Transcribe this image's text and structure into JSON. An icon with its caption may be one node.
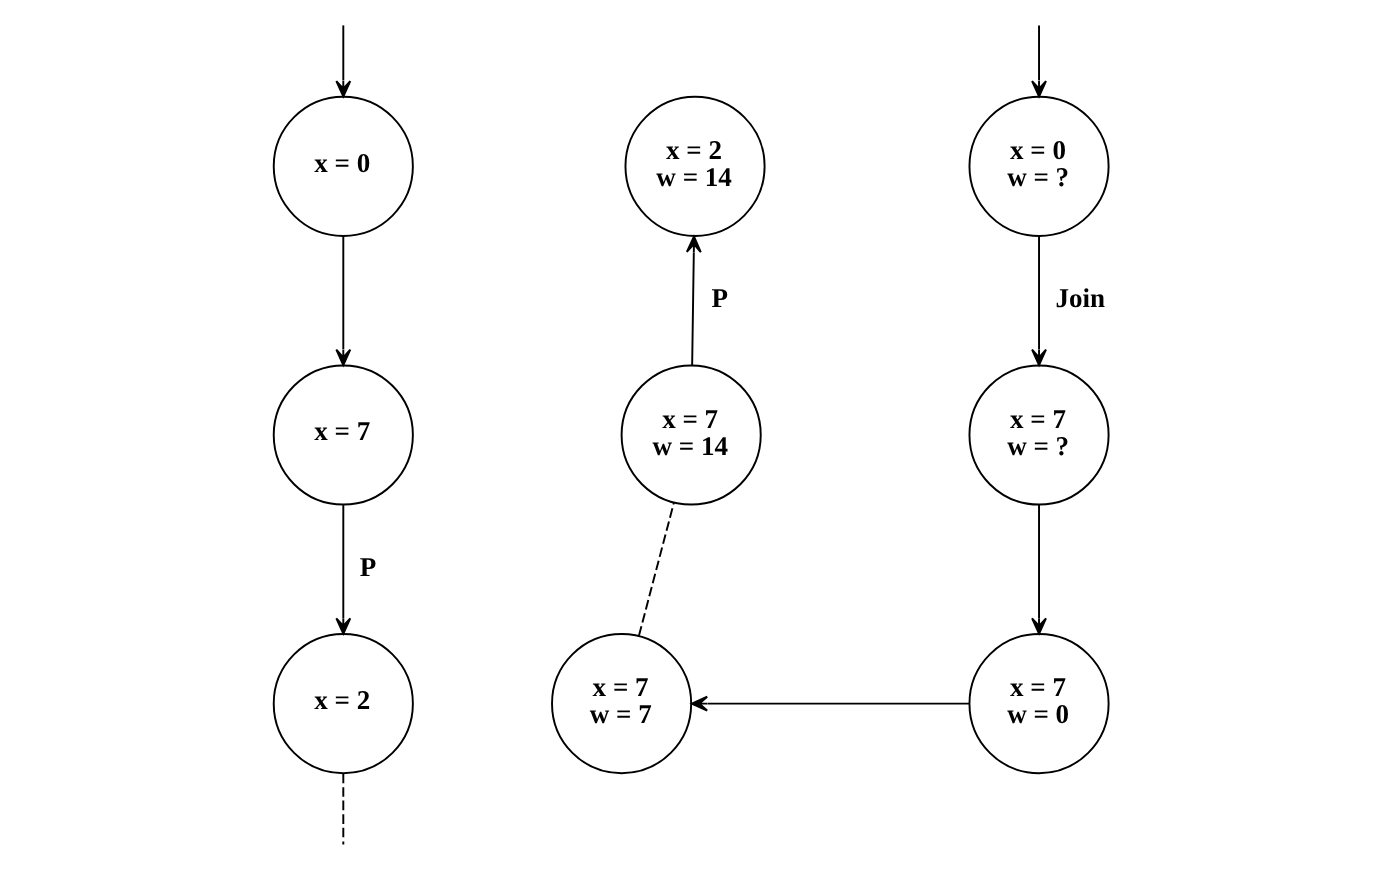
{
  "diagram": {
    "nodes": [
      {
        "text": [
          "x = 0"
        ]
      },
      {
        "text": [
          "x = 7"
        ]
      },
      {
        "text": [
          "x = 2"
        ]
      },
      {
        "text": [
          "x = 0",
          "w = ?"
        ]
      },
      {
        "text": [
          "x = 7",
          "w = ?"
        ]
      },
      {
        "text": [
          "x = 7",
          "w = 0"
        ]
      },
      {
        "text": [
          "x = 7",
          "w = 7"
        ]
      },
      {
        "text": [
          "x = 7",
          "w = 14"
        ]
      },
      {
        "text": [
          "x = 2",
          "w = 14"
        ]
      }
    ],
    "edges": [
      {
        "from": null,
        "to": 0,
        "arrow": "to"
      },
      {
        "from": 0,
        "to": 1,
        "arrow": "to"
      },
      {
        "from": 1,
        "to": 2,
        "arrow": "to",
        "label": "P"
      },
      {
        "from": 2,
        "to": null,
        "arrow": "none",
        "style": "dashed"
      },
      {
        "from": null,
        "to": 3,
        "arrow": "to"
      },
      {
        "from": 3,
        "to": 4,
        "arrow": "to",
        "label": "Join"
      },
      {
        "from": 4,
        "to": 5,
        "arrow": "to"
      },
      {
        "from": 5,
        "to": 6,
        "arrow": "to"
      },
      {
        "from": 6,
        "to": 7,
        "arrow": "none",
        "style": "dashed"
      },
      {
        "from": 7,
        "to": 8,
        "arrow": "to",
        "label": "P"
      }
    ]
  }
}
